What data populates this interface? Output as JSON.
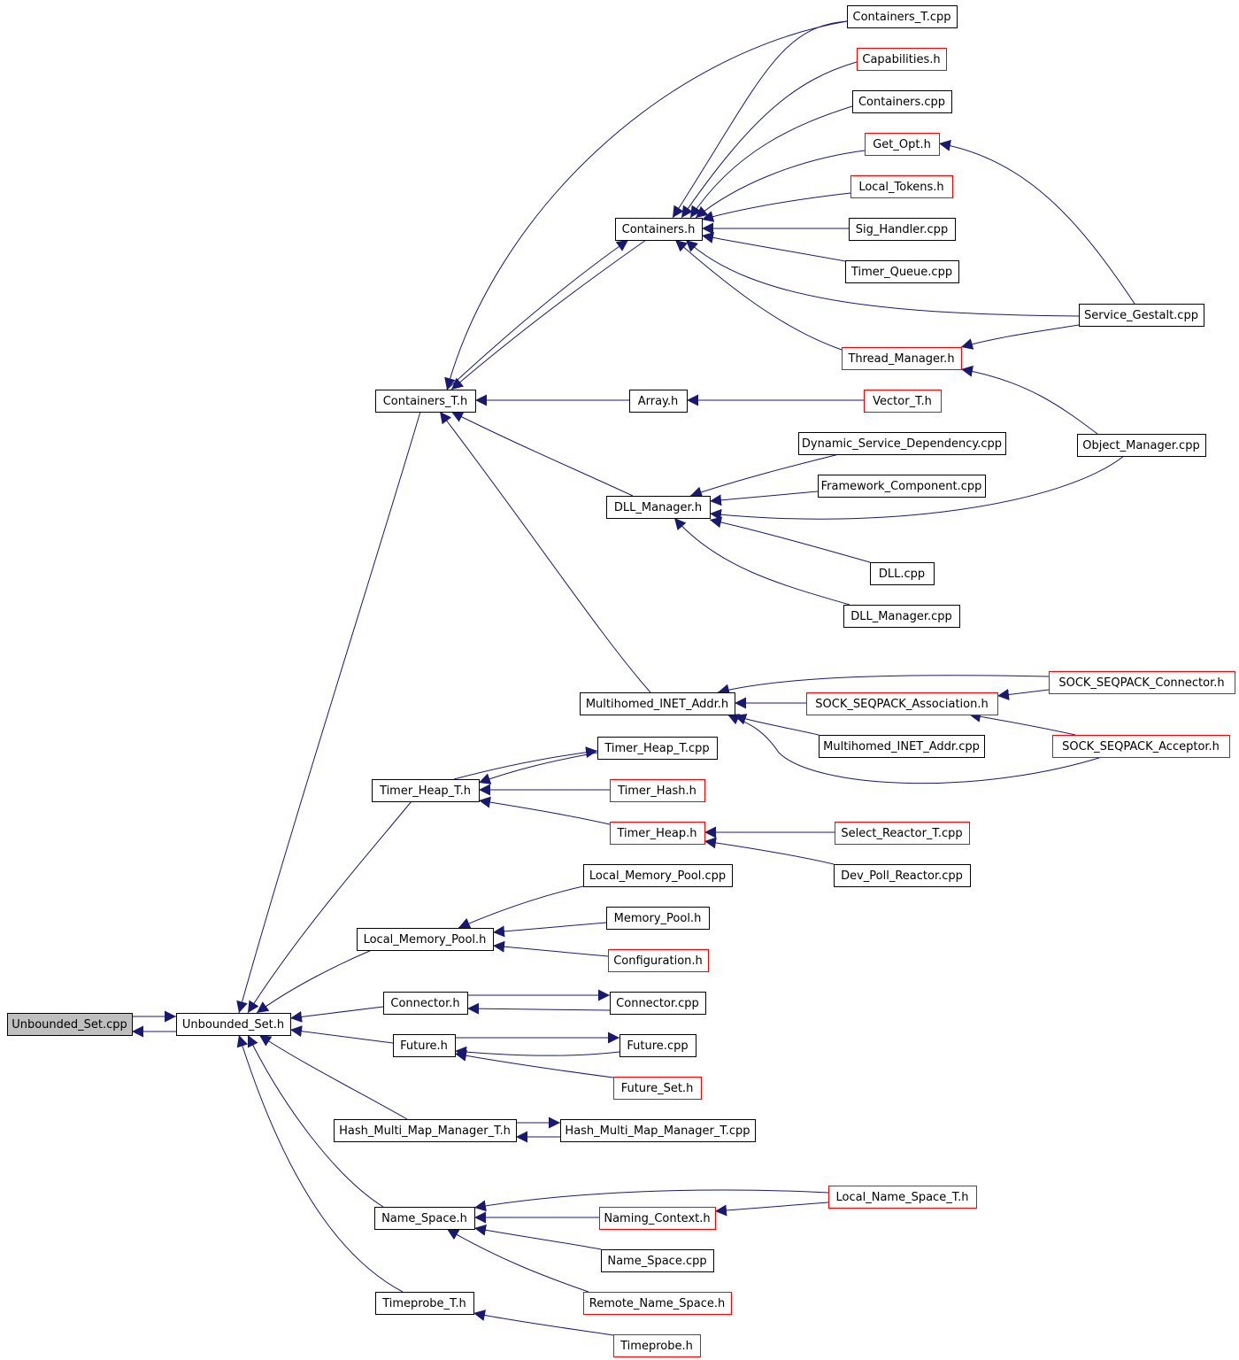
{
  "diagram": {
    "colors": {
      "edge": "#191970",
      "border_normal": "#000000",
      "border_truncated": "#ff0000",
      "fill_root": "#bfbfbf",
      "fill_normal": "#ffffff"
    },
    "nodes": [
      {
        "id": "unbounded_set_cpp",
        "label": "Unbounded_Set.cpp",
        "kind": "root"
      },
      {
        "id": "unbounded_set_h",
        "label": "Unbounded_Set.h",
        "kind": "normal"
      },
      {
        "id": "containers_t_h",
        "label": "Containers_T.h",
        "kind": "normal"
      },
      {
        "id": "containers_h",
        "label": "Containers.h",
        "kind": "normal"
      },
      {
        "id": "containers_t_cpp",
        "label": "Containers_T.cpp",
        "kind": "normal"
      },
      {
        "id": "capabilities_h",
        "label": "Capabilities.h",
        "kind": "truncated"
      },
      {
        "id": "containers_cpp",
        "label": "Containers.cpp",
        "kind": "normal"
      },
      {
        "id": "get_opt_h",
        "label": "Get_Opt.h",
        "kind": "truncated"
      },
      {
        "id": "local_tokens_h",
        "label": "Local_Tokens.h",
        "kind": "truncated"
      },
      {
        "id": "sig_handler_cpp",
        "label": "Sig_Handler.cpp",
        "kind": "normal"
      },
      {
        "id": "timer_queue_cpp",
        "label": "Timer_Queue.cpp",
        "kind": "normal"
      },
      {
        "id": "service_gestalt_cpp",
        "label": "Service_Gestalt.cpp",
        "kind": "normal"
      },
      {
        "id": "thread_manager_h",
        "label": "Thread_Manager.h",
        "kind": "truncated"
      },
      {
        "id": "array_h",
        "label": "Array.h",
        "kind": "normal"
      },
      {
        "id": "vector_t_h",
        "label": "Vector_T.h",
        "kind": "truncated"
      },
      {
        "id": "object_manager_cpp",
        "label": "Object_Manager.cpp",
        "kind": "normal"
      },
      {
        "id": "dynamic_service_dependency_cpp",
        "label": "Dynamic_Service_Dependency.cpp",
        "kind": "normal"
      },
      {
        "id": "framework_component_cpp",
        "label": "Framework_Component.cpp",
        "kind": "normal"
      },
      {
        "id": "dll_manager_h",
        "label": "DLL_Manager.h",
        "kind": "normal"
      },
      {
        "id": "dll_cpp",
        "label": "DLL.cpp",
        "kind": "normal"
      },
      {
        "id": "dll_manager_cpp",
        "label": "DLL_Manager.cpp",
        "kind": "normal"
      },
      {
        "id": "multihomed_inet_addr_h",
        "label": "Multihomed_INET_Addr.h",
        "kind": "normal"
      },
      {
        "id": "sock_seqpack_connector_h",
        "label": "SOCK_SEQPACK_Connector.h",
        "kind": "truncated"
      },
      {
        "id": "sock_seqpack_association_h",
        "label": "SOCK_SEQPACK_Association.h",
        "kind": "truncated"
      },
      {
        "id": "multihomed_inet_addr_cpp",
        "label": "Multihomed_INET_Addr.cpp",
        "kind": "normal"
      },
      {
        "id": "sock_seqpack_acceptor_h",
        "label": "SOCK_SEQPACK_Acceptor.h",
        "kind": "truncated"
      },
      {
        "id": "timer_heap_t_cpp",
        "label": "Timer_Heap_T.cpp",
        "kind": "normal"
      },
      {
        "id": "timer_heap_t_h",
        "label": "Timer_Heap_T.h",
        "kind": "normal"
      },
      {
        "id": "timer_hash_h",
        "label": "Timer_Hash.h",
        "kind": "truncated"
      },
      {
        "id": "timer_heap_h",
        "label": "Timer_Heap.h",
        "kind": "truncated"
      },
      {
        "id": "select_reactor_t_cpp",
        "label": "Select_Reactor_T.cpp",
        "kind": "truncated"
      },
      {
        "id": "dev_poll_reactor_cpp",
        "label": "Dev_Poll_Reactor.cpp",
        "kind": "normal"
      },
      {
        "id": "local_memory_pool_cpp",
        "label": "Local_Memory_Pool.cpp",
        "kind": "normal"
      },
      {
        "id": "memory_pool_h",
        "label": "Memory_Pool.h",
        "kind": "normal"
      },
      {
        "id": "local_memory_pool_h",
        "label": "Local_Memory_Pool.h",
        "kind": "normal"
      },
      {
        "id": "configuration_h",
        "label": "Configuration.h",
        "kind": "truncated"
      },
      {
        "id": "connector_h",
        "label": "Connector.h",
        "kind": "normal"
      },
      {
        "id": "connector_cpp",
        "label": "Connector.cpp",
        "kind": "normal"
      },
      {
        "id": "future_h",
        "label": "Future.h",
        "kind": "normal"
      },
      {
        "id": "future_cpp",
        "label": "Future.cpp",
        "kind": "normal"
      },
      {
        "id": "future_set_h",
        "label": "Future_Set.h",
        "kind": "truncated"
      },
      {
        "id": "hash_multi_map_manager_t_h",
        "label": "Hash_Multi_Map_Manager_T.h",
        "kind": "normal"
      },
      {
        "id": "hash_multi_map_manager_t_cpp",
        "label": "Hash_Multi_Map_Manager_T.cpp",
        "kind": "normal"
      },
      {
        "id": "local_name_space_t_h",
        "label": "Local_Name_Space_T.h",
        "kind": "truncated"
      },
      {
        "id": "naming_context_h",
        "label": "Naming_Context.h",
        "kind": "truncated"
      },
      {
        "id": "name_space_h",
        "label": "Name_Space.h",
        "kind": "normal"
      },
      {
        "id": "name_space_cpp",
        "label": "Name_Space.cpp",
        "kind": "normal"
      },
      {
        "id": "remote_name_space_h",
        "label": "Remote_Name_Space.h",
        "kind": "truncated"
      },
      {
        "id": "timeprobe_t_h",
        "label": "Timeprobe_T.h",
        "kind": "normal"
      },
      {
        "id": "timeprobe_h",
        "label": "Timeprobe.h",
        "kind": "truncated"
      }
    ]
  }
}
